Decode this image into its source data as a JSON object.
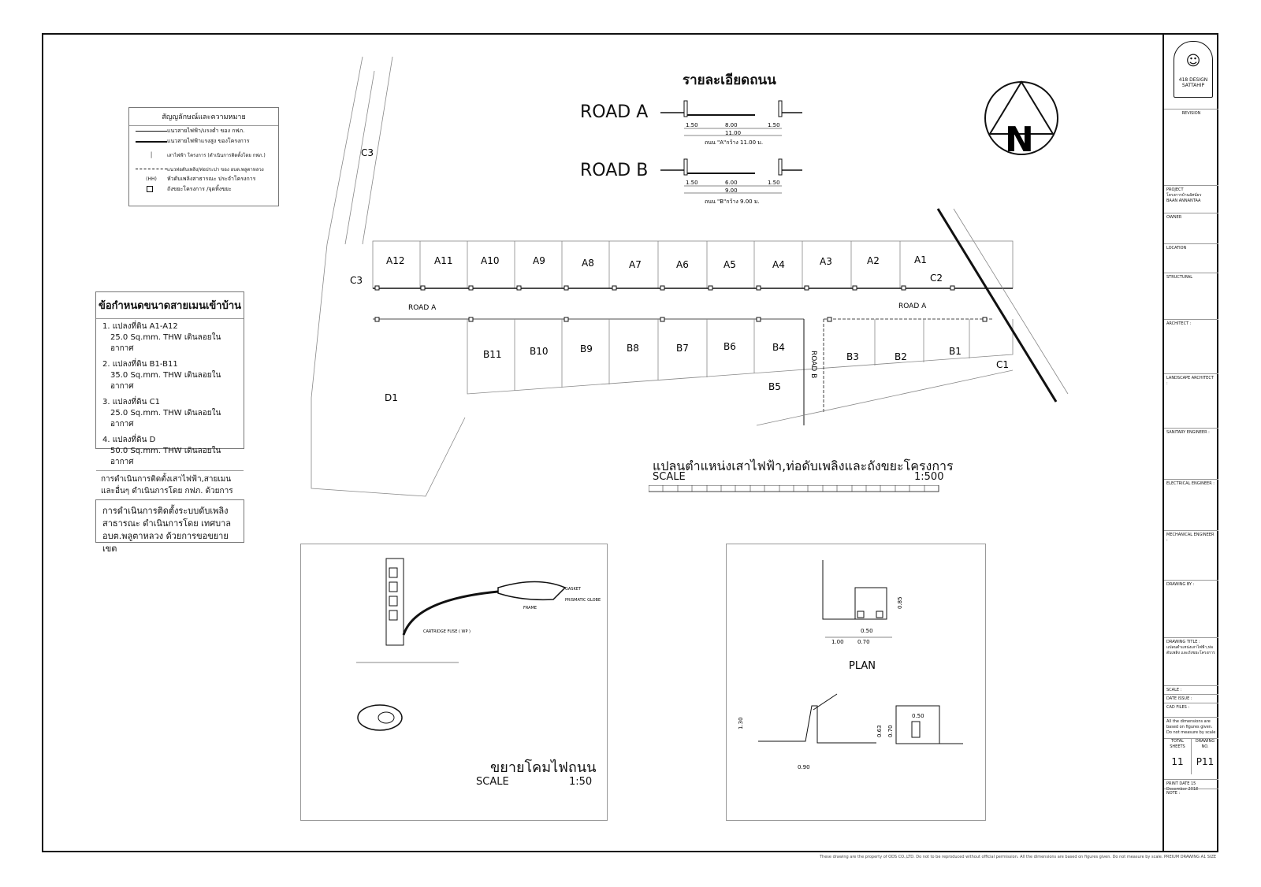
{
  "legend": {
    "title": "สัญญลักษณ์และความหมาย",
    "rows": [
      "แนวสายไฟฟ้า/แรงต่ำ ของ กฟภ.",
      "แนวสายไฟฟ้าแรงสูง ของโครงการ",
      "เสาไฟฟ้า โครงการ (ดำเนินการติดตั้งโดย กฟภ.)",
      "แนวท่อดับเพลิง/ท่อประปา ของ อบต.พลูตาหลวง",
      "หัวดับเพลิงสาธารณะ ประจำโครงการ",
      "ถังขยะโครงการ /จุดทิ้งขยะ"
    ]
  },
  "cable_spec": {
    "title": "ข้อกำหนดขนาดสายเมนเข้าบ้าน",
    "items": [
      {
        "head": "1. แปลงที่ดิน A1-A12",
        "detail": "25.0 Sq.mm. THW เดินลอยในอากาศ"
      },
      {
        "head": "2. แปลงที่ดิน B1-B11",
        "detail": "35.0 Sq.mm. THW เดินลอยในอากาศ"
      },
      {
        "head": "3. แปลงที่ดิน C1",
        "detail": "25.0 Sq.mm. THW เดินลอยในอากาศ"
      },
      {
        "head": "4. แปลงที่ดิน D",
        "detail": "50.0 Sq.mm. THW เดินลอยในอากาศ"
      }
    ],
    "note": "การดำเนินการติดตั้งเสาไฟฟ้า,สายเมนและอื่นๆ ดำเนินการโดย กฟภ. ด้วยการขอขยายเขต"
  },
  "fire_note": "การดำเนินการติดตั้งระบบดับเพลิงสาธารณะ ดำเนินการโดย เทศบาล อบต.พลูตาหลวง ด้วยการขอขยายเขต",
  "road_detail": {
    "title": "รายละเอียดถนน",
    "road_a_label": "ROAD A",
    "road_b_label": "ROAD B",
    "road_a_caption": "ถนน \"A\"กว้าง 11.00 ม.",
    "road_b_caption": "ถนน \"B\"กว้าง 9.00 ม.",
    "road_a_dims": {
      "side_left": "1.50",
      "lane": "8.00",
      "side_right": "1.50",
      "total": "11.00"
    },
    "road_b_dims": {
      "side_left": "1.50",
      "lane": "6.00",
      "side_right": "1.50",
      "total": "9.00"
    }
  },
  "plan": {
    "title": "แปลนตำแหน่งเสาไฟฟ้า,ท่อดับเพลิงและถังขยะโครงการ",
    "scale_label": "SCALE",
    "scale_value": "1:500",
    "lots_a": [
      "A12",
      "A11",
      "A10",
      "A9",
      "A8",
      "A7",
      "A6",
      "A5",
      "A4",
      "A3",
      "A2",
      "A1"
    ],
    "lots_b": [
      "B11",
      "B10",
      "B9",
      "B8",
      "B7",
      "B6",
      "B4",
      "B3",
      "B2",
      "B1"
    ],
    "other_lots": {
      "c3_top": "C3",
      "c3": "C3",
      "c2": "C2",
      "c1": "C1",
      "d1": "D1",
      "b5": "B5"
    },
    "road_a": "ROAD A",
    "road_b": "ROAD B",
    "north": "N"
  },
  "lamp_detail": {
    "title": "ขยายโคมไฟถนน",
    "scale_label": "SCALE",
    "scale_value": "1:50",
    "labels": [
      "GASKET",
      "FRAME",
      "PRISMATIC GLOBE",
      "CARTRIDGE FUSE ( WP )"
    ]
  },
  "trash_detail": {
    "plan_label": "PLAN",
    "dims": [
      "1.00",
      "0.70",
      "0.50",
      "0.85",
      "1.30",
      "0.90",
      "0.63",
      "0.70",
      "0.50"
    ]
  },
  "title_block": {
    "logo_line1": "418 DESIGN",
    "logo_line2": "SATTAHIP",
    "revision": "REVISION",
    "project_label": "PROJECT",
    "project_th": "โครงการบ้านอัศน์ธร",
    "project_en": "BAAN ANNANTAA",
    "owner_label": "OWNER",
    "location_label": "LOCATION",
    "structural_label": "STRUCTURAL",
    "architect_label": "ARCHITECT :",
    "landscape_label": "LANDSCAPE ARCHITECT :",
    "sanitary_label": "SANITARY ENGINEER :",
    "electrical_label": "ELECTRICAL ENGINEER :",
    "mechanical_label": "MECHANICAL ENGINEER :",
    "drawing_by_label": "DRAWING BY :",
    "drawing_title_label": "DRAWING TITLE :",
    "drawing_title": "แปลนตำแหน่งเสาไฟฟ้า,ท่อดับเพลิง และถังขยะโครงการ",
    "scale_label": "SCALE :",
    "date_issue_label": "DATE ISSUE :",
    "cad_files_label": "CAD FILES :",
    "dimensions_note": "All the dimensions are based on figures given. Do not measure by scale",
    "total_sheets_label": "TOTAL SHEETS",
    "drawing_no_label": "DRAWING NO.",
    "total_sheets": "11",
    "drawing_no": "P11",
    "print_date_label": "PRINT DATE",
    "print_date": "15 December 2018",
    "note_label": "NOTE :"
  },
  "footer": "These drawing are the property of ODS CO.,LTD. Do not to be reproduced without official permission. All the dimensions are based on figures given. Do not measure by scale.  PREIUM DRAWING  A1 SIZE"
}
